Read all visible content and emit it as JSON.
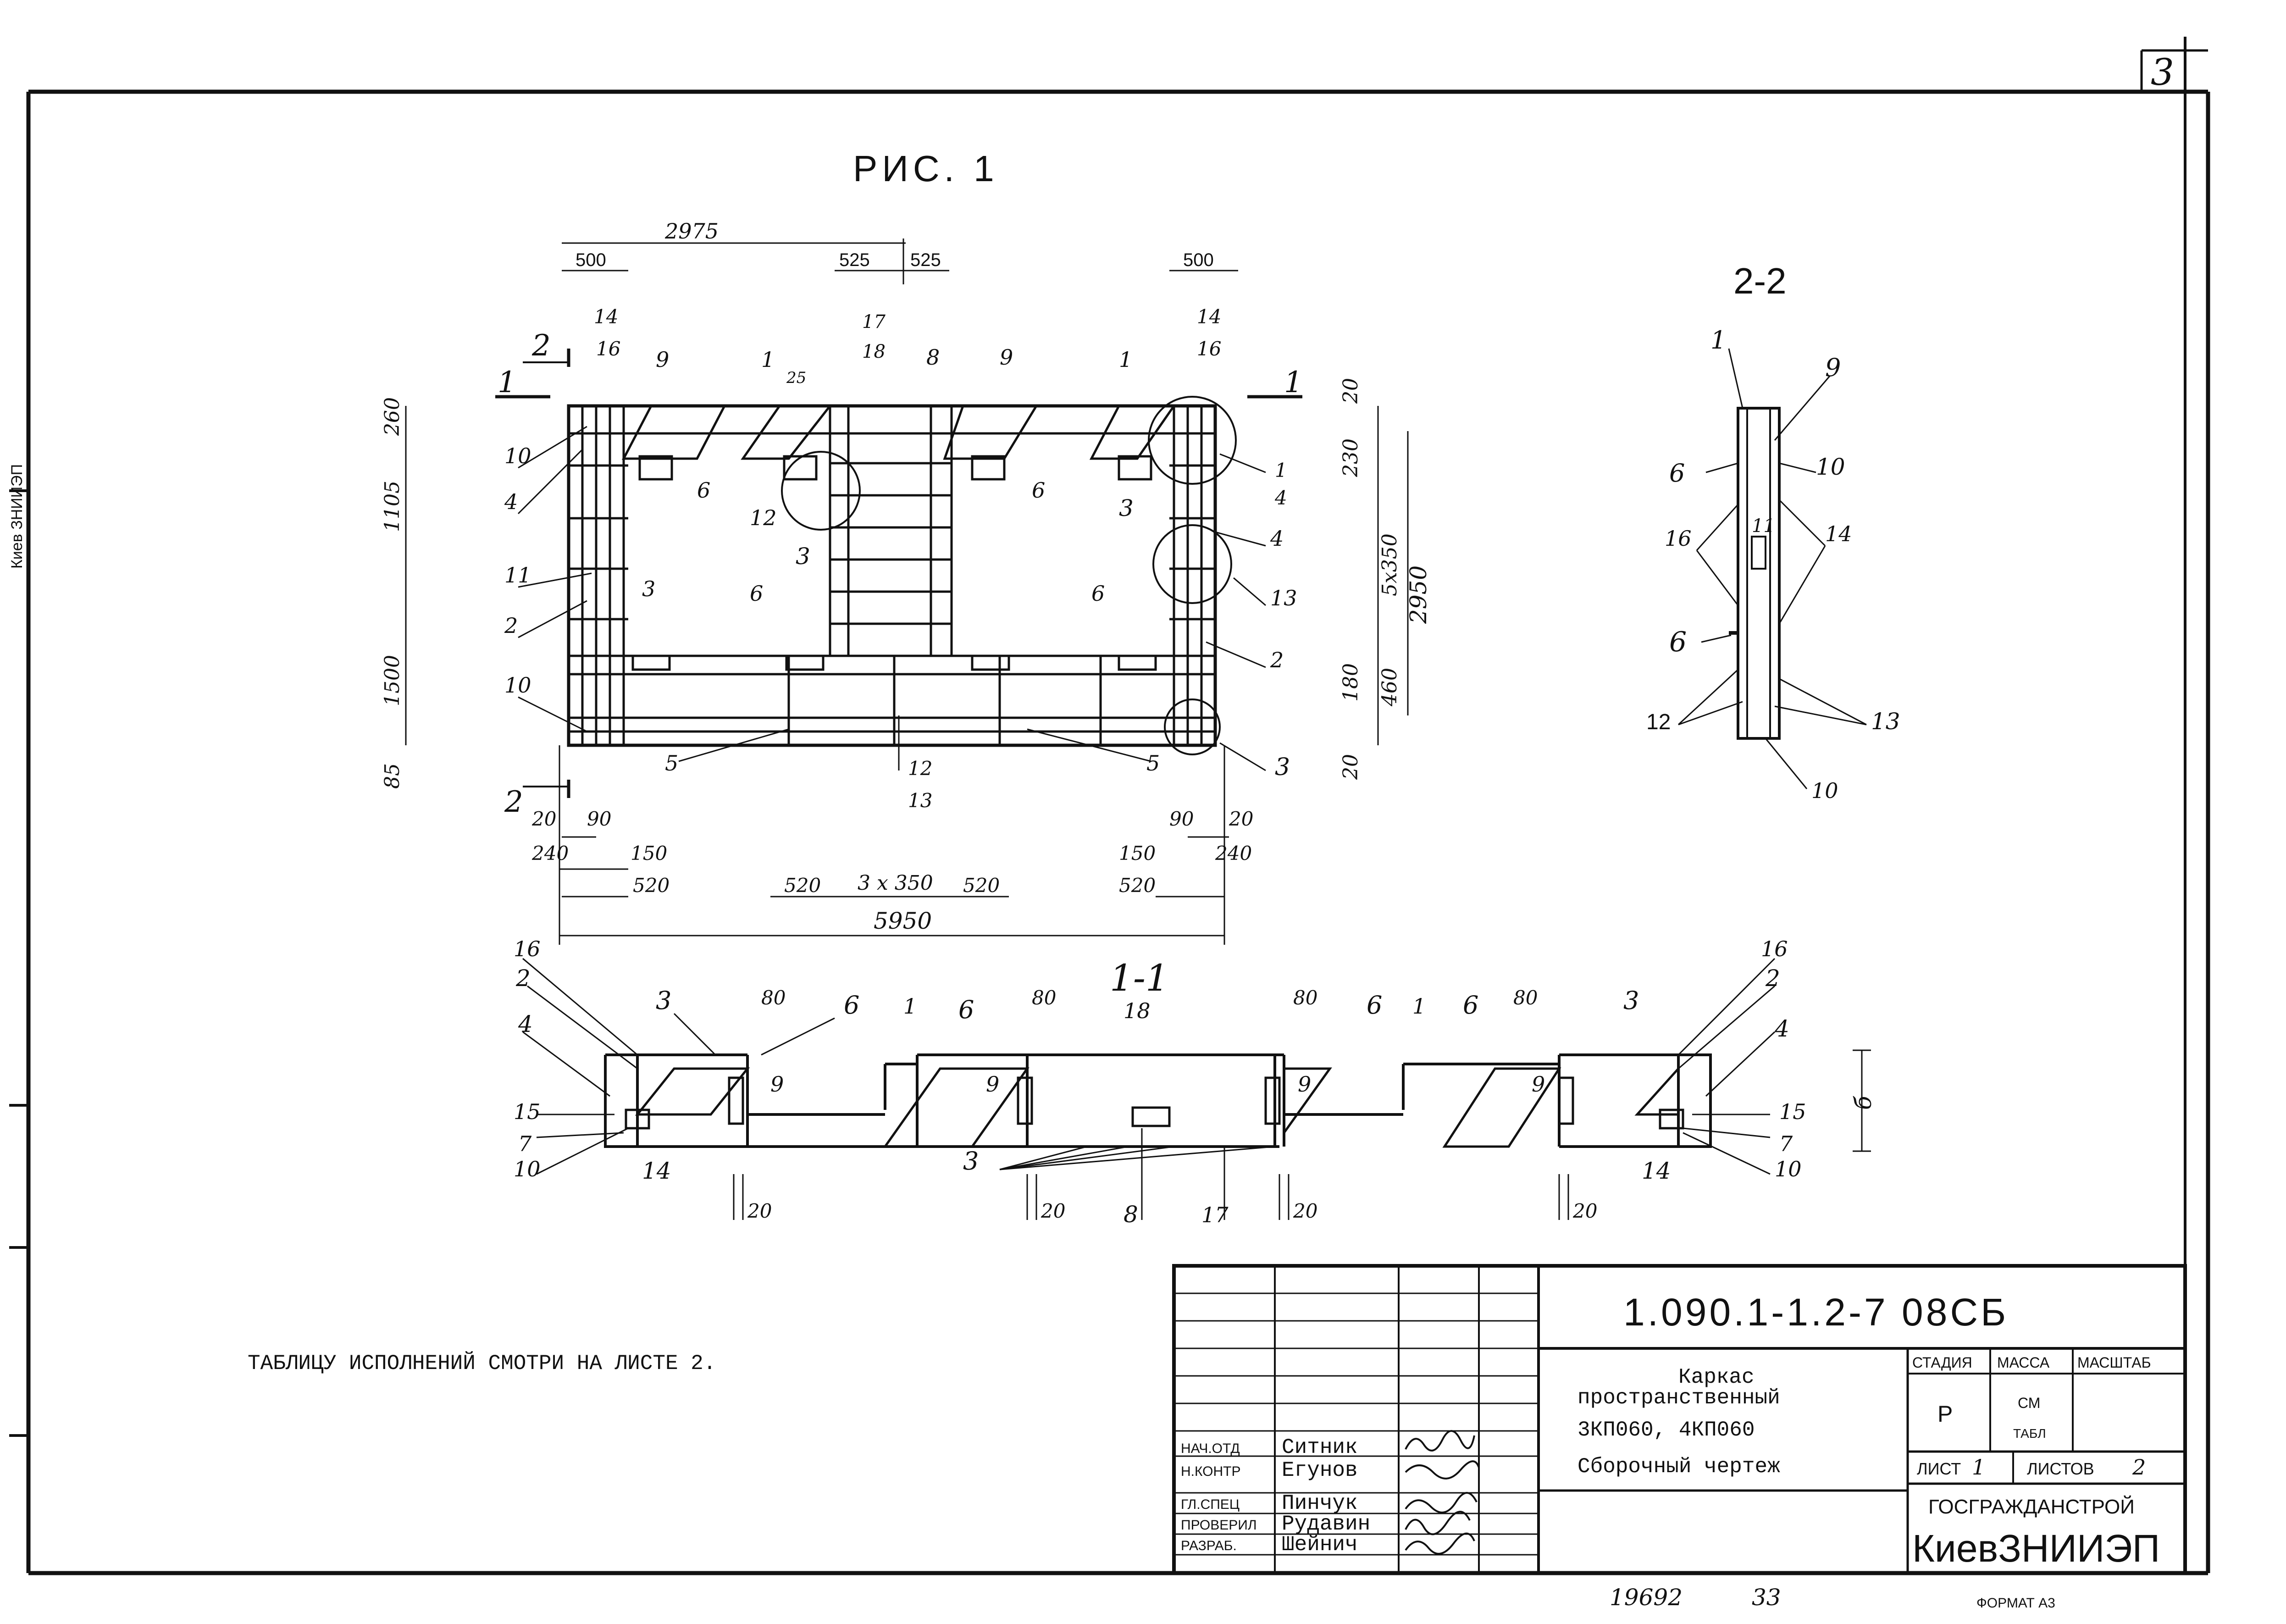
{
  "sheet": {
    "page_number": "3",
    "figure_title": "РИС. 1",
    "note": "ТАБЛИЦУ ИСПОЛНЕНИЙ СМОТРИ НА ЛИСТЕ 2.",
    "bottom_number": "19692",
    "bottom_page": "33",
    "format": "ФОРМАТ А3",
    "left_margin_text": "Киев ЗНИИЭП"
  },
  "views": {
    "plan_section_mark": "1",
    "section_2_2": "2-2",
    "section_1_1": "1-1",
    "section_2_mark": "2"
  },
  "plan_dimensions": {
    "top_2975": "2975",
    "top_500_left": "500",
    "top_525_a": "525",
    "top_525_b": "525",
    "top_500_right": "500",
    "left_260": "260",
    "left_1105": "1105",
    "left_1500": "1500",
    "left_85": "85",
    "right_20_top": "20",
    "right_230": "230",
    "right_5x350": "5х350",
    "right_2950": "2950",
    "right_180": "180",
    "right_460": "460",
    "right_20_bottom": "20",
    "bottom_20_l": "20",
    "bottom_90_l": "90",
    "bottom_240_l": "240",
    "bottom_150_l": "150",
    "bottom_520_l": "520",
    "bottom_520_cl": "520",
    "bottom_3x350": "3 х 350",
    "bottom_520_cr": "520",
    "bottom_90_r": "90",
    "bottom_20_r": "20",
    "bottom_150_r": "150",
    "bottom_240_r": "240",
    "bottom_520_r": "520",
    "bottom_5950": "5950"
  },
  "plan_marks": [
    "14",
    "16",
    "9",
    "1",
    "25",
    "17",
    "18",
    "8",
    "9",
    "1",
    "14",
    "16",
    "10",
    "4",
    "11",
    "2",
    "10",
    "3",
    "6",
    "6",
    "12",
    "3",
    "6",
    "6",
    "3",
    "1",
    "4",
    "4",
    "13",
    "2",
    "3",
    "5",
    "5",
    "12",
    "13"
  ],
  "section_marks": {
    "s22": [
      "1",
      "9",
      "6",
      "10",
      "16",
      "11",
      "14",
      "6",
      "12",
      "13",
      "10"
    ],
    "s11": [
      "16",
      "2",
      "3",
      "80",
      "6",
      "1",
      "6",
      "80",
      "18",
      "80",
      "6",
      "1",
      "6",
      "80",
      "3",
      "16",
      "2",
      "4",
      "4",
      "15",
      "9",
      "9",
      "9",
      "9",
      "15",
      "7",
      "7",
      "10",
      "10",
      "14",
      "3",
      "8",
      "17",
      "14",
      "20",
      "20",
      "20",
      "20",
      "б"
    ]
  },
  "title_block": {
    "code": "1.090.1-1.2-7  08СБ",
    "name_line1": "Каркас",
    "name_line2": "пространственный",
    "name_line3": "3КП060,  4КП060",
    "name_line4": "Сборочный  чертеж",
    "stage_header": "СТАДИЯ",
    "mass_header": "МАССА",
    "scale_header": "МАСШТАБ",
    "stage_value": "Р",
    "mass_value_1": "СМ",
    "mass_value_2": "ТАБЛ",
    "sheet_label": "ЛИСТ",
    "sheet_value": "1",
    "sheets_label": "ЛИСТОВ",
    "sheets_value": "2",
    "org_line1": "ГОСГРАЖДАНСТРОЙ",
    "org_line2": "КиевЗНИИЭП",
    "roles": [
      {
        "role": "НАЧ.ОТД",
        "name": "Ситник"
      },
      {
        "role": "Н.КОНТР",
        "name": "Егунов"
      },
      {
        "role": "ГЛ.СПЕЦ",
        "name": "Пинчук"
      },
      {
        "role": "ПРОВЕРИЛ",
        "name": "Рудавин"
      },
      {
        "role": "РАЗРАБ.",
        "name": "Шейнич"
      }
    ]
  }
}
